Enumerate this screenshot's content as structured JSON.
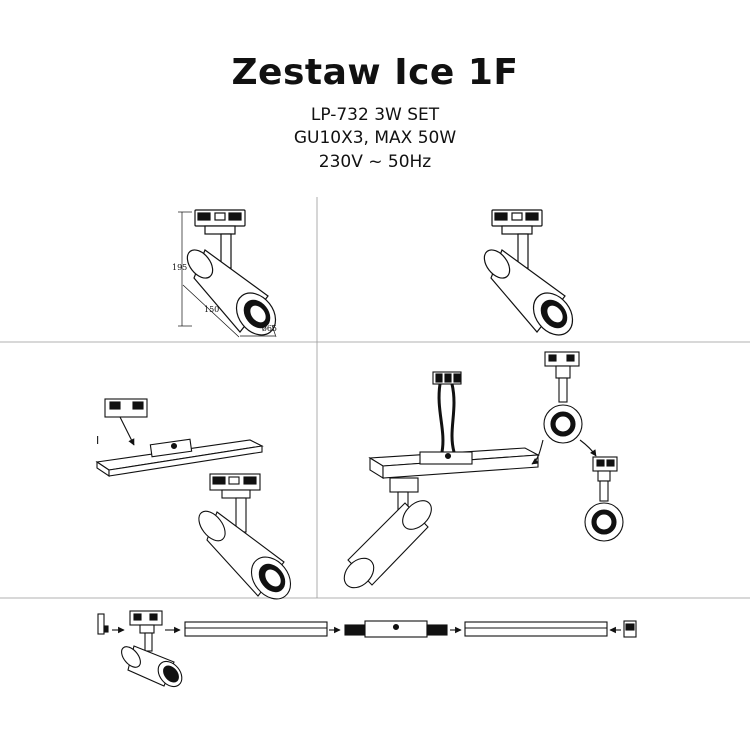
{
  "title": "Zestaw Ice 1F",
  "specs": [
    "LP-732 3W SET",
    "GU10X3, MAX 50W",
    "230V ~ 50Hz"
  ],
  "dimensions": {
    "height": "195",
    "length": "150",
    "diameter": "ø65"
  },
  "step_marks": {
    "left_mark": "I"
  }
}
